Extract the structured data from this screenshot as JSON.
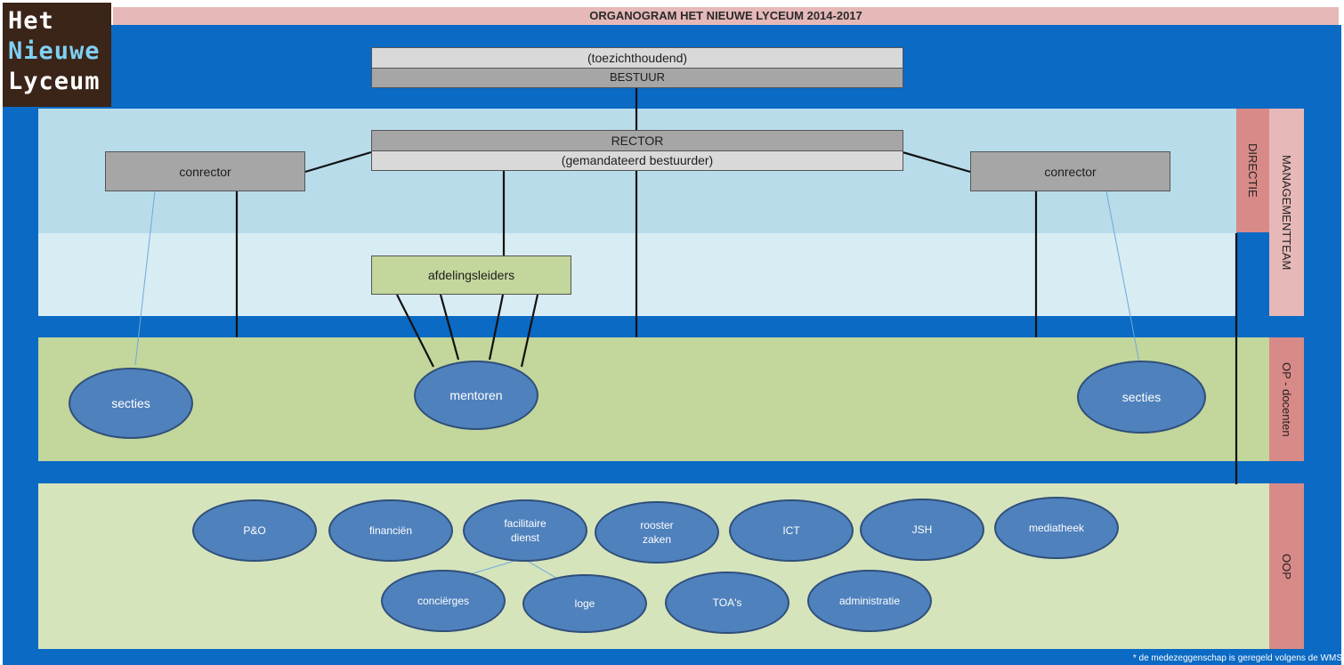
{
  "title": "ORGANOGRAM HET NIEUWE LYCEUM 2014-2017",
  "logo": {
    "line1": "Het",
    "line2": "Nieuwe",
    "line3": "Lyceum"
  },
  "bestuur": {
    "top": "(toezichthoudend)",
    "bottom": "BESTUUR"
  },
  "rector": {
    "top": "RECTOR",
    "bottom": "(gemandateerd bestuurder)"
  },
  "conrector_left": "conrector",
  "conrector_right": "conrector",
  "afdelingsleiders": "afdelingsleiders",
  "bands": {
    "directie": "DIRECTIE",
    "managementteam": "MANAGEMENTTEAM",
    "op": "OP - docenten",
    "oop": "OOP"
  },
  "op_nodes": {
    "secties_left": "secties",
    "mentoren": "mentoren",
    "secties_right": "secties"
  },
  "oop_nodes": [
    {
      "label": "P&O"
    },
    {
      "label": "financiën"
    },
    {
      "label": "facilitaire dienst"
    },
    {
      "label": "rooster zaken"
    },
    {
      "label": "ICT"
    },
    {
      "label": "JSH"
    },
    {
      "label": "mediatheek"
    },
    {
      "label": "conciërges"
    },
    {
      "label": "loge"
    },
    {
      "label": "TOA's"
    },
    {
      "label": "administratie"
    }
  ],
  "footnote": "* de medezeggenschap is geregeld volgens de WMS",
  "colors": {
    "background_blue": "#0a6ac4",
    "ellipse_fill": "#4f81bd",
    "directie_band": "#d88a88",
    "management_band": "#e6b8b8",
    "op_band": "#c3d69b",
    "oop_band": "#d6e4bc"
  }
}
